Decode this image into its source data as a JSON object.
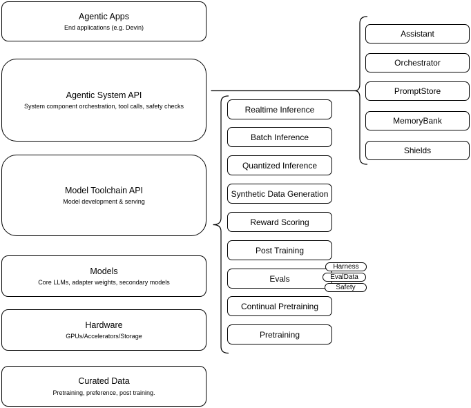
{
  "diagram": {
    "left_stack": [
      {
        "title": "Agentic Apps",
        "subtitle": "End applications (e.g. Devin)"
      },
      {
        "title": "Agentic System API",
        "subtitle": "System component orchestration, tool calls, safety checks"
      },
      {
        "title": "Model Toolchain API",
        "subtitle": "Model development & serving"
      },
      {
        "title": "Models",
        "subtitle": "Core LLMs, adapter weights, secondary models"
      },
      {
        "title": "Hardware",
        "subtitle": "GPUs/Accelerators/Storage"
      },
      {
        "title": "Curated Data",
        "subtitle": "Pretraining, preference, post training."
      }
    ],
    "toolchain_items": [
      {
        "label": "Realtime Inference"
      },
      {
        "label": "Batch Inference"
      },
      {
        "label": "Quantized Inference"
      },
      {
        "label": "Synthetic Data Generation"
      },
      {
        "label": "Reward Scoring"
      },
      {
        "label": "Post Training"
      },
      {
        "label": "Evals"
      },
      {
        "label": "Continual Pretraining"
      },
      {
        "label": "Pretraining"
      }
    ],
    "eval_badges": [
      {
        "label": "Harness"
      },
      {
        "label": "EvalData"
      },
      {
        "label": "Safety"
      }
    ],
    "system_components": [
      {
        "label": "Assistant"
      },
      {
        "label": "Orchestrator"
      },
      {
        "label": "PromptStore"
      },
      {
        "label": "MemoryBank"
      },
      {
        "label": "Shields"
      }
    ],
    "colors": {
      "stroke": "#000000",
      "background": "#ffffff",
      "text": "#000000"
    }
  }
}
